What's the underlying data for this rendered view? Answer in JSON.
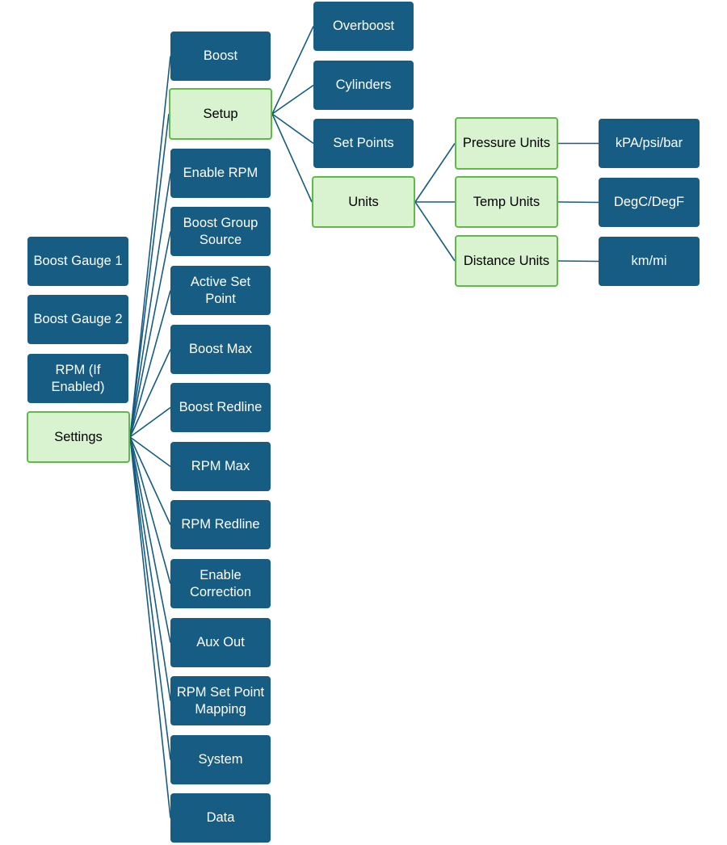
{
  "colors": {
    "node_dark": "#175c82",
    "node_light": "#d9f2d0",
    "node_light_border": "#5fbb46",
    "connector": "#175c82",
    "background": "#ffffff"
  },
  "nodes": {
    "boost_gauge_1": "Boost Gauge 1",
    "boost_gauge_2": "Boost Gauge 2",
    "rpm_if_enabled": "RPM (If\nEnabled)",
    "settings": "Settings",
    "boost": "Boost",
    "setup": "Setup",
    "enable_rpm": "Enable RPM",
    "boost_group_source": "Boost Group\nSource",
    "active_set_point": "Active Set\nPoint",
    "boost_max": "Boost Max",
    "boost_redline": "Boost Redline",
    "rpm_max": "RPM Max",
    "rpm_redline": "RPM Redline",
    "enable_correction": "Enable\nCorrection",
    "aux_out": "Aux Out",
    "rpm_set_point_mapping": "RPM Set Point\nMapping",
    "system": "System",
    "data": "Data",
    "overboost": "Overboost",
    "cylinders": "Cylinders",
    "set_points": "Set Points",
    "units": "Units",
    "pressure_units": "Pressure Units",
    "temp_units": "Temp Units",
    "distance_units": "Distance Units",
    "pressure_values": "kPA/psi/bar",
    "temp_values": "DegC/DegF",
    "distance_values": "km/mi"
  }
}
